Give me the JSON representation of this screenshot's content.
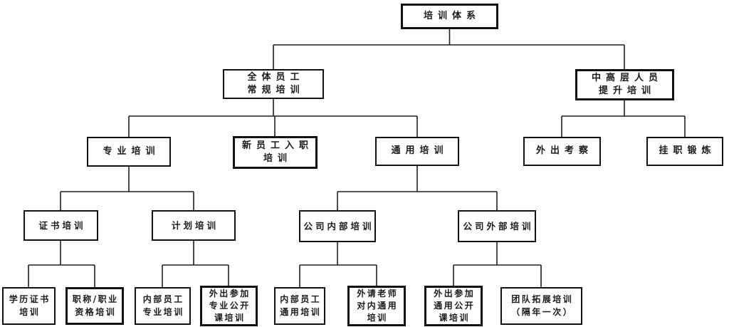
{
  "diagram": {
    "title": "培训体系",
    "type": "org-tree",
    "levels": 5,
    "colors": {
      "box_border": "#111111",
      "box_background": "#ffffff",
      "connector": "#1f1f1f",
      "text": "#1a1a1a",
      "page_background": "#ffffff"
    },
    "nodes": [
      {
        "id": "root",
        "label": "培训体系",
        "parent": null
      },
      {
        "id": "regular-training",
        "label": "全体员工\n常规培训",
        "parent": "root"
      },
      {
        "id": "senior-staff-training",
        "label": "中高层人员\n提升培训",
        "parent": "root"
      },
      {
        "id": "professional-training",
        "label": "专业培训",
        "parent": "regular-training"
      },
      {
        "id": "new-employee-onboarding",
        "label": "新员工入职\n培训",
        "parent": "regular-training"
      },
      {
        "id": "general-training",
        "label": "通用培训",
        "parent": "regular-training"
      },
      {
        "id": "field-visit",
        "label": "外出考察",
        "parent": "senior-staff-training"
      },
      {
        "id": "temporary-post-exercise",
        "label": "挂职锻炼",
        "parent": "senior-staff-training"
      },
      {
        "id": "certificate-training",
        "label": "证书培训",
        "parent": "professional-training"
      },
      {
        "id": "planned-training",
        "label": "计划培训",
        "parent": "professional-training"
      },
      {
        "id": "company-internal-training",
        "label": "公司内部培训",
        "parent": "general-training"
      },
      {
        "id": "company-external-training",
        "label": "公司外部培训",
        "parent": "general-training"
      },
      {
        "id": "diploma-certificate-training",
        "label": "学历证书\n培训",
        "parent": "certificate-training"
      },
      {
        "id": "title-qualification-training",
        "label": "职称/职业\n资格培训",
        "parent": "certificate-training"
      },
      {
        "id": "internal-staff-professional",
        "label": "内部员工\n专业培训",
        "parent": "planned-training"
      },
      {
        "id": "external-professional-open-course",
        "label": "外出参加\n专业公开\n课培训",
        "parent": "planned-training"
      },
      {
        "id": "internal-staff-general",
        "label": "内部员工\n通用培训",
        "parent": "company-internal-training"
      },
      {
        "id": "external-teacher-general",
        "label": "外请老师\n对内通用\n培训",
        "parent": "company-internal-training"
      },
      {
        "id": "external-general-open-course",
        "label": "外出参加\n通用公开\n课培训",
        "parent": "company-external-training"
      },
      {
        "id": "team-building-training",
        "label": "团队拓展培训\n（隔年一次）",
        "parent": "company-external-training"
      }
    ]
  }
}
